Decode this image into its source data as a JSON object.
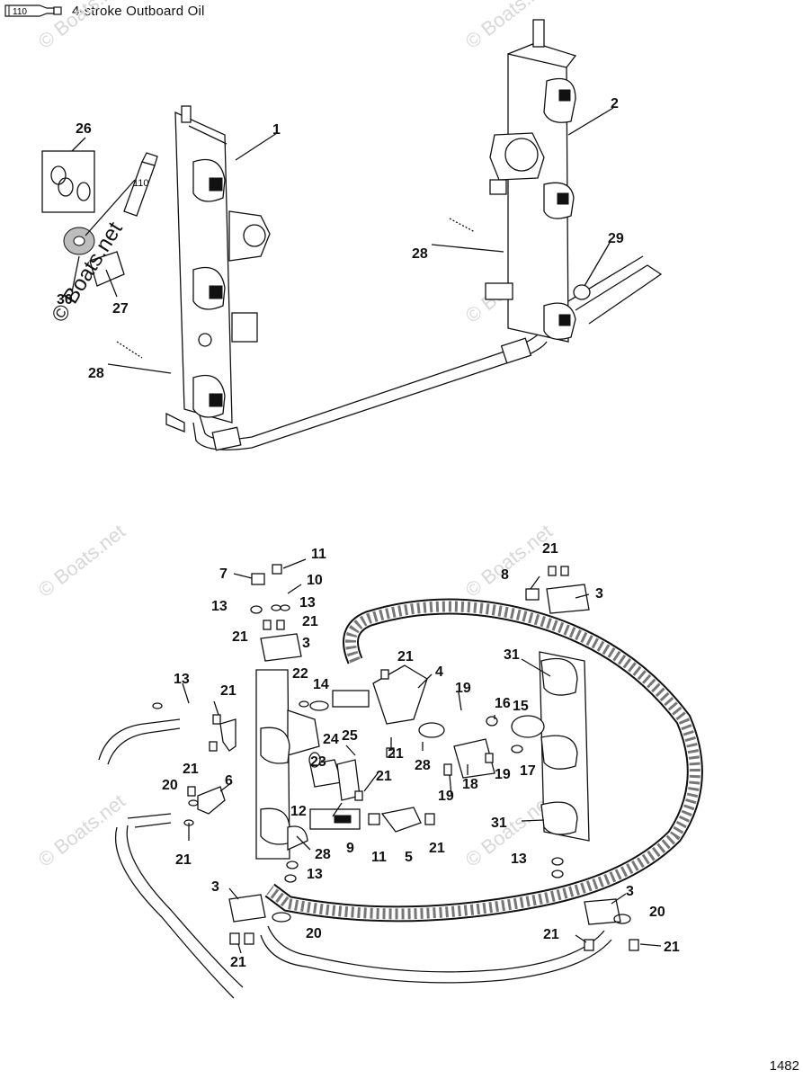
{
  "header": {
    "tube_code": "110",
    "title": "4-stroke Outboard Oil"
  },
  "callouts_top": {
    "c1": "1",
    "c2": "2",
    "c26": "26",
    "c28a": "28",
    "c28b": "28",
    "c29": "29",
    "c30": "30",
    "c27": "27",
    "tube_110": "110"
  },
  "callouts_bottom": {
    "c11a": "11",
    "c7": "7",
    "c10": "10",
    "c13a": "13",
    "c13b": "13",
    "c21a": "21",
    "c21b": "21",
    "c3a": "3",
    "c21c": "21",
    "c8": "8",
    "c3b": "3",
    "c21d": "21",
    "c4": "4",
    "c31a": "31",
    "c13c": "13",
    "c21e": "21",
    "c22": "22",
    "c14": "14",
    "c19a": "19",
    "c16": "16",
    "c15": "15",
    "c25": "25",
    "c24": "24",
    "c21f": "21",
    "c21g": "21",
    "c28c": "28",
    "c18": "18",
    "c19b": "19",
    "c17": "17",
    "c19c": "19",
    "c23": "23",
    "c21h": "21",
    "c6": "6",
    "c20a": "20",
    "c12": "12",
    "c31b": "31",
    "c9": "9",
    "c11b": "11",
    "c5": "5",
    "c21i": "21",
    "c28d": "28",
    "c21j": "21",
    "c13d": "13",
    "c13e": "13",
    "c3c": "3",
    "c3d": "3",
    "c20b": "20",
    "c20c": "20",
    "c21k": "21",
    "c21l": "21",
    "c21m": "21"
  },
  "watermarks": {
    "vertical": "© Boats.net",
    "faint": "© Boats.net"
  },
  "page_number": "1482"
}
